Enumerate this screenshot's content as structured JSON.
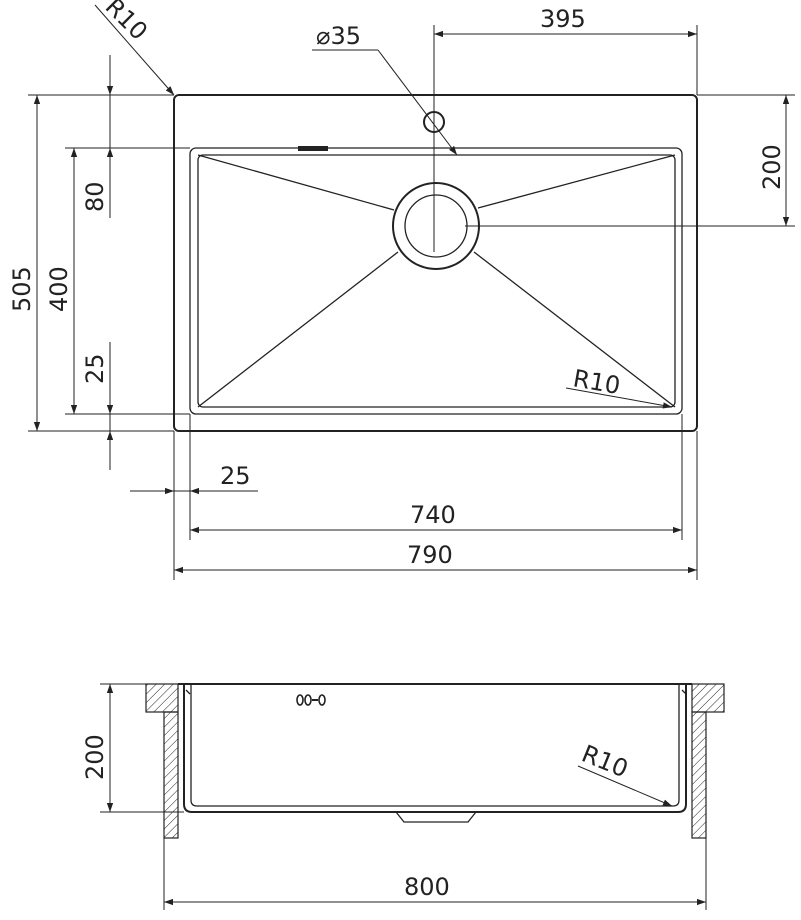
{
  "top_view": {
    "corner_radius_outer": "R10",
    "tap_hole_diameter": "⌀35",
    "drain_offset_x": "395",
    "drain_offset_y": "200",
    "overall_depth": "505",
    "bowl_depth": "400",
    "back_ledge": "80",
    "front_ledge": "25",
    "bowl_corner_radius": "R10",
    "side_ledge": "25",
    "bowl_width": "740",
    "overall_width": "790"
  },
  "side_view": {
    "bowl_height": "200",
    "bowl_corner_radius": "R10",
    "cabinet_width": "800"
  }
}
